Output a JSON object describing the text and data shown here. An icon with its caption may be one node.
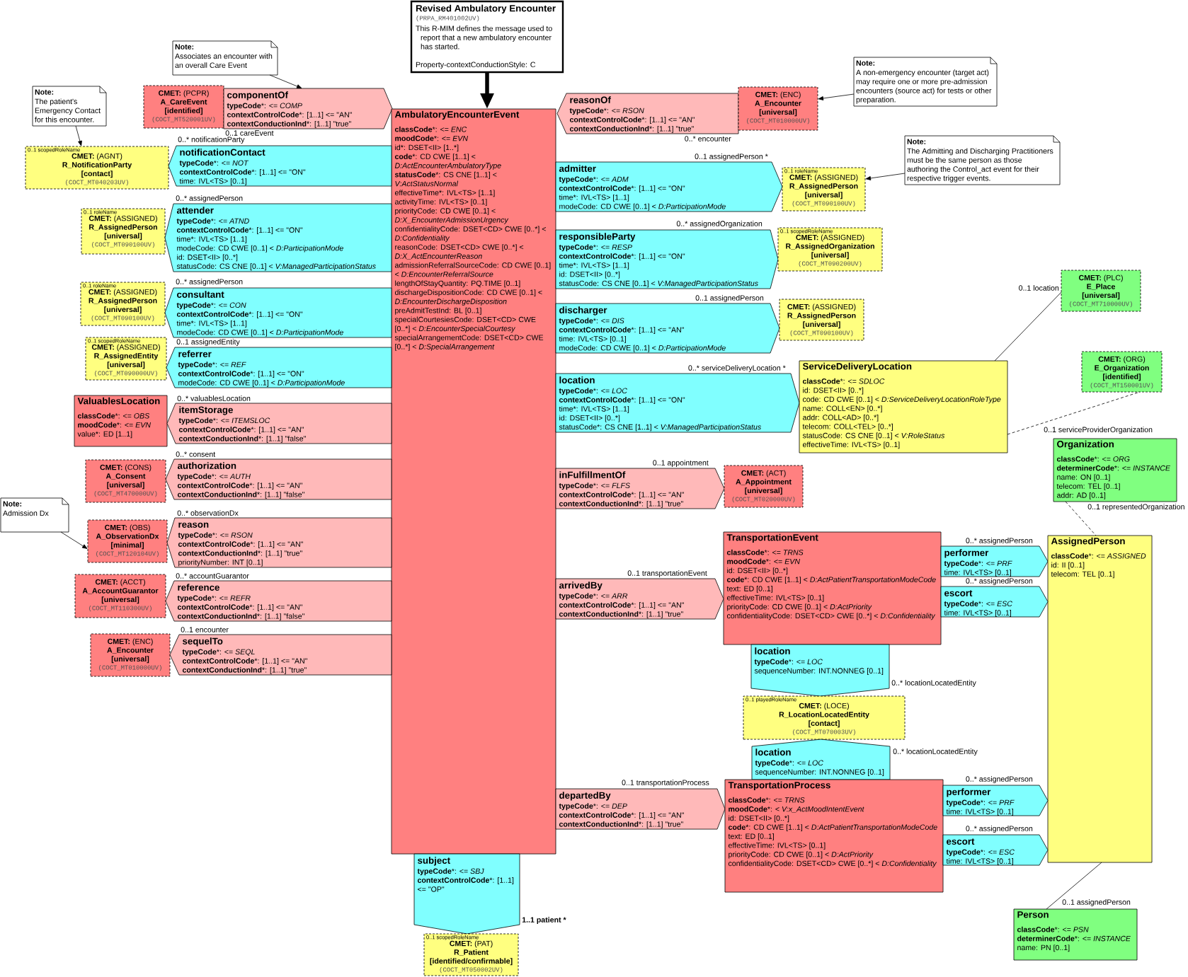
{
  "diagram": {
    "nodes": [
      {
        "text": [
          "Revised Ambulatory Encounter",
          "(PRPA_RM401002UV)",
          "This R-MIM defines the message used to report that a new ambulatory encounter has started.",
          "Property-contextConductionStyle: C"
        ]
      },
      {
        "text": [
          "Note:",
          "Associates an encounter with an overall Care Event"
        ]
      },
      {
        "text": [
          "**CMET:** (PCPR)",
          "A_CareEvent",
          "[identified]",
          "(COCT_MT520001UV)"
        ]
      },
      {
        "text": [
          "componentOf",
          "**typeCode***: <= *COMP*",
          "**contextControlCode***: [1..1] <= \"AN\"",
          "**contextConductionInd***: [1..1] \"true\""
        ],
        "beside": [
          "0..1 careEvent"
        ]
      },
      {
        "text": [
          "AmbulatoryEncounterEvent",
          "**classCode***: <= *ENC*",
          "**moodCode***: <= *EVN*",
          "id*: DSET<II> [1..*]",
          "**code***: CD CWE [1..1] < *D:ActEncounterAmbulatoryType*",
          "**statusCode***: CS CNE [1..1] < *V:ActStatusNormal*",
          "effectiveTime*: IVL<TS> [1..1]",
          "activityTime: IVL<TS> [0..1]",
          "priorityCode: CD CWE [0..1] < *D:X_EncounterAdmissionUrgency*",
          "confidentialityCode: DSET<CD> CWE [0..*] < *D:Confidentiality*",
          "reasonCode: DSET<CD> CWE [0..*] < *D:X_ActEncounterReason*",
          "admissionReferralSourceCode: CD CWE [0..1] < *D:EncounterReferralSource*",
          "lengthOfStayQuantity: PQ.TIME [0..1]",
          "dischargeDispositionCode: CD CWE [0..1] < *D:EncounterDischargeDisposition*",
          "preAdmitTestInd: BL [0..1]",
          "specialCourtesiesCode: DSET<CD> CWE [0..*] < *D:EncounterSpecialCourtesy*",
          "specialArrangementCode: DSET<CD> CWE [0..*] < *D:SpecialArrangement*"
        ]
      },
      {
        "text": [
          "reasonOf",
          "**typeCode***: <= *RSON*",
          "**contextControlCode***: [1..1] <= \"AN\"",
          "**contextConductionInd***: [1..1] \"true\""
        ],
        "beside": [
          "0..* encounter"
        ]
      },
      {
        "text": [
          "**CMET:** (ENC)",
          "A_Encounter",
          "[universal]",
          "(COCT_MT010000UV)"
        ]
      },
      {
        "text": [
          "Note:",
          "A non-emergency encounter (target act) may require one or more pre-admission encounters (source act) for tests or other preparation."
        ]
      },
      {
        "text": [
          "Note:",
          "The patient's Emergency Contact for this encounter."
        ]
      },
      {
        "text": [
          "0..1 scopedRoleName",
          "**CMET:** (AGNT)",
          "R_NotificationParty",
          "[contact]",
          "(COCT_MT040203UV)"
        ]
      },
      {
        "text": [
          "notificationContact",
          "**typeCode***: <= *NOT*",
          "**contextControlCode***: [1..1] <= \"ON\"",
          "time: IVL<TS> [0..1]"
        ],
        "beside": [
          "0..* notificationParty"
        ]
      },
      {
        "text": [
          "admitter",
          "**typeCode***: <= *ADM*",
          "**contextControlCode***: [1..1] <= \"ON\"",
          "time*: IVL<TS> [1..1]",
          "modeCode: CD CWE [0..1] < *D:ParticipationMode*"
        ],
        "beside": [
          "0..1 assignedPerson *"
        ]
      },
      {
        "text": [
          "0..1 roleName",
          "**CMET:** (ASSIGNED)",
          "R_AssignedPerson",
          "[universal]",
          "(COCT_MT090100UV)"
        ]
      },
      {
        "text": [
          "Note:",
          "The Admitting and Discharging Practitioners must be the same person as those authoring the Control_act event for their respective trigger events."
        ]
      },
      {
        "text": [
          "0..1 roleName",
          "**CMET:** (ASSIGNED)",
          "R_AssignedPerson",
          "[universal]",
          "(COCT_MT090100UV)"
        ]
      },
      {
        "text": [
          "attender",
          "**typeCode***: <= *ATND*",
          "**contextControlCode***: [1..1] <= \"ON\"",
          "time*: IVL<TS> [1..1]",
          "modeCode: CD CWE [0..1] < *D:ParticipationMode*",
          "id: DSET<II> [0..*]",
          "statusCode: CS CNE [0..1] < *V:ManagedParticipationStatus*"
        ],
        "beside": [
          "0..* assignedPerson"
        ]
      },
      {
        "text": [
          "responsibleParty",
          "**typeCode***: <= *RESP*",
          "**contextControlCode***: [1..1] <= \"ON\"",
          "time*: IVL<TS> [1..1]",
          "id: DSET<II> [0..*]",
          "statusCode: CS CNE [0..1] < *V:ManagedParticipationStatus*"
        ],
        "beside": [
          "0..* assignedOrganization"
        ]
      },
      {
        "text": [
          "0..1 scopedRoleName",
          "**CMET:** (ASSIGNED)",
          "R_AssignedOrganization",
          "[universal]",
          "(COCT_MT090200UV)"
        ]
      },
      {
        "text": [
          "0..1 roleName",
          "**CMET:** (ASSIGNED)",
          "R_AssignedPerson",
          "[universal]",
          "(COCT_MT090100UV)"
        ]
      },
      {
        "text": [
          "consultant",
          "**typeCode***: <= *CON*",
          "**contextControlCode***: [1..1] <= \"ON\"",
          "time*: IVL<TS> [1..1]",
          "modeCode: CD CWE [0..1] < *D:ParticipationMode*"
        ],
        "beside": [
          "0..* assignedPerson"
        ]
      },
      {
        "text": [
          "discharger",
          "**typeCode***: <= *DIS*",
          "**contextControlCode***: [1..1] <= \"AN\"",
          "time: IVL<TS> [0..1]",
          "modeCode: CD CWE [0..1] < *D:ParticipationMode*"
        ],
        "beside": [
          "0..1 assignedPerson"
        ]
      },
      {
        "text": [
          "**CMET:** (ASSIGNED)",
          "R_AssignedPerson",
          "[universal]",
          "(COCT_MT090100UV)"
        ]
      },
      {
        "text": [
          "**CMET:** (PLC)",
          "E_Place",
          "[universal]",
          "(COCT_MT710000UV)"
        ]
      },
      {
        "text": [
          "0..1 scopedRoleName",
          "**CMET:** (ASSIGNED)",
          "R_AssignedEntity",
          "[universal]",
          "(COCT_MT090000UV)"
        ]
      },
      {
        "text": [
          "referrer",
          "**typeCode***: <= *REF*",
          "**contextControlCode***: [1..1] <= \"ON\"",
          "modeCode: CD CWE [0..1] < *D:ParticipationMode*"
        ],
        "beside": [
          "0..1 assignedEntity"
        ]
      },
      {
        "text": [
          "location",
          "**typeCode***: <= *LOC*",
          "**contextControlCode***: [1..1] <= \"ON\"",
          "time*: IVL<TS> [1..1]",
          "id: DSET<II> [0..*]",
          "statusCode*: CS CNE [1..1] < *V:ManagedParticipationStatus*"
        ],
        "beside": [
          "0..* serviceDeliveryLocation *"
        ]
      },
      {
        "text": [
          "ServiceDeliveryLocation",
          "**classCode***: <= *SDLOC*",
          "id: DSET<II> [0..*]",
          "code: CD CWE [0..1] < *D:ServiceDeliveryLocationRoleType*",
          "name: COLL<EN> [0..*]",
          "addr: COLL<AD> [0..*]",
          "telecom: COLL<TEL> [0..*]",
          "statusCode: CS CNE [0..1] < *V:RoleStatus*",
          "effectiveTime: IVL<TS> [0..1]"
        ]
      },
      {
        "text": [
          "**CMET:** (ORG)",
          "E_Organization",
          "[identified]",
          "(COCT_MT150001UV)"
        ]
      },
      {
        "text": [
          "ValuablesLocation",
          "**classCode***: <= *OBS*",
          "**moodCode***: <= *EVN*",
          "value*: ED [1..1]"
        ]
      },
      {
        "text": [
          "itemStorage",
          "**typeCode***: <= *ITEMSLOC*",
          "**contextControlCode***: [1..1] <= \"AN\"",
          "**contextConductionInd***: [1..1] \"false\""
        ],
        "beside": [
          "0..* valuablesLocation"
        ]
      },
      {
        "text": [
          "authorization",
          "**typeCode***: <= *AUTH*",
          "**contextControlCode***: [1..1] <= \"AN\"",
          "**contextConductionInd***: [1..1] \"false\""
        ],
        "beside": [
          "0..* consent"
        ]
      },
      {
        "text": [
          "**CMET:** (CONS)",
          "A_Consent",
          "[universal]",
          "(COCT_MT470000UV)"
        ]
      },
      {
        "text": [
          "inFulfillmentOf",
          "**typeCode***: <= *FLFS*",
          "**contextControlCode***: [1..1] <= \"AN\"",
          "**contextConductionInd***: [1..1] \"true\""
        ],
        "beside": [
          "0..1 appointment"
        ]
      },
      {
        "text": [
          "**CMET:** (ACT)",
          "A_Appointment",
          "[universal]",
          "(COCT_MT020000UV)"
        ]
      },
      {
        "text": [
          "Organization",
          "**classCode***: <= *ORG*",
          "**determinerCode***: <= *INSTANCE*",
          "name: ON [0..1]",
          "telecom: TEL [0..1]",
          "addr: AD [0..1]"
        ]
      },
      {
        "text": [
          "Note:",
          "Admission Dx"
        ]
      },
      {
        "text": [
          "**CMET:** (OBS)",
          "A_ObservationDx",
          "[minimal]",
          "(COCT_MT120104UV)"
        ]
      },
      {
        "text": [
          "reason",
          "**typeCode***: <= *RSON*",
          "**contextControlCode***: [1..1] <= \"AN\"",
          "**contextConductionInd***: [1..1] \"true\"",
          "priorityNumber: INT [0..1]"
        ],
        "beside": [
          "0..* observationDx"
        ]
      },
      {
        "text": [
          "TransportationEvent",
          "**classCode***: <= *TRNS*",
          "**moodCode***: <= *EVN*",
          "id: DSET<II> [0..*]",
          "**code***: CD CWE [1..1] < *D:ActPatientTransportationModeCode*",
          "text: ED [0..1]",
          "effectiveTime: IVL<TS> [0..1]",
          "priorityCode: CD CWE [0..1] < *D:ActPriority*",
          "confidentialityCode: DSET<CD> CWE [0..*] < *D:Confidentiality*"
        ]
      },
      {
        "text": [
          "performer",
          "**typeCode***: <= *PRF*",
          "time: IVL<TS> [0..1]"
        ],
        "beside": [
          "0..* assignedPerson"
        ]
      },
      {
        "text": [
          "AssignedPerson",
          "**classCode***: <= *ASSIGNED*",
          "id: II [0..1]",
          "telecom: TEL [0..1]"
        ]
      },
      {
        "text": [
          "**CMET:** (ACCT)",
          "A_AccountGuarantor",
          "[universal]",
          "(COCT_MT110300UV)"
        ]
      },
      {
        "text": [
          "reference",
          "**typeCode***: <= *REFR*",
          "**contextControlCode***: [1..1] <= \"AN\"",
          "**contextConductionInd***: [1..1] \"false\""
        ],
        "beside": [
          "0..* accountGuarantor"
        ]
      },
      {
        "text": [
          "arrivedBy",
          "**typeCode***: <= *ARR*",
          "**contextControlCode***: [1..1] <= \"AN\"",
          "**contextConductionInd***: [1..1] \"true\""
        ],
        "beside": [
          "0..1 transportationEvent"
        ]
      },
      {
        "text": [
          "escort",
          "**typeCode***: <= *ESC*",
          "time: IVL<TS> [0..1]"
        ],
        "beside": [
          "0..* assignedPerson"
        ]
      },
      {
        "text": [
          "**CMET:** (ENC)",
          "A_Encounter",
          "[universal]",
          "(COCT_MT010000UV)"
        ]
      },
      {
        "text": [
          "sequelTo",
          "**typeCode***: <= *SEQL*",
          "**contextControlCode***: [1..1] <= \"AN\"",
          "**contextConductionInd***: [1..1] \"true\""
        ],
        "beside": [
          "0..1 encounter"
        ]
      },
      {
        "text": [
          "location",
          "**typeCode***: <= *LOC*",
          "sequenceNumber: INT.NONNEG [0..1]"
        ],
        "beside": [
          "0..* locationLocatedEntity"
        ]
      },
      {
        "text": [
          "0..1 playedRoleName",
          "**CMET:** (LOCE)",
          "R_LocationLocatedEntity",
          "[contact]",
          "(COCT_MT070003UV)"
        ]
      },
      {
        "text": [
          "location",
          "**typeCode***: <= *LOC*",
          "sequenceNumber: INT.NONNEG [0..1]"
        ],
        "beside": [
          "0..* locationLocatedEntity"
        ]
      },
      {
        "text": [
          "departedBy",
          "**typeCode***: <= *DEP*",
          "**contextControlCode***: [1..1] <= \"AN\"",
          "**contextConductionInd***: [1..1] \"true\""
        ],
        "beside": [
          "0..1 transportationProcess"
        ]
      },
      {
        "text": [
          "TransportationProcess",
          "**classCode***: <= *TRNS*",
          "**moodCode***: < *V:x_ActMoodIntentEvent*",
          "id: DSET<II> [0..*]",
          "**code***: CD CWE [1..1] < *D:ActPatientTransportationModeCode*",
          "text: ED [0..1]",
          "effectiveTime: IVL<TS> [0..1]",
          "priorityCode: CD CWE [0..1] < *D:ActPriority*",
          "confidentialityCode: DSET<CD> CWE [0..*] < *D:Confidentiality*"
        ]
      },
      {
        "text": [
          "performer",
          "**typeCode***: <= *PRF*",
          "time: IVL<TS> [0..1]"
        ],
        "beside": [
          "0..* assignedPerson"
        ]
      },
      {
        "text": [
          "escort",
          "**typeCode***: <= *ESC*",
          "time: IVL<TS> [0..1]"
        ],
        "beside": [
          "0..* assignedPerson"
        ]
      },
      {
        "text": [
          "subject",
          "**typeCode***: <= *SBJ*",
          "**contextControlCode***: [1..1] <= \"OP\""
        ],
        "beside": [
          "1..1 patient *"
        ]
      },
      {
        "text": [
          "0..1 scopedRoleName",
          "**CMET:** (PAT)",
          "R_Patient",
          "[identified/confirmable]",
          "(COCT_MT050002UV)"
        ]
      },
      {
        "text": [
          "Person",
          "**classCode***: <= *PSN*",
          "**determinerCode***: <= *INSTANCE*",
          "name: PN [0..1]"
        ]
      }
    ],
    "edges": [
      {
        "from": 1,
        "to": 3,
        "arrow": "to"
      },
      {
        "from": 0,
        "to": 4,
        "arrow": "to",
        "style": "thick"
      },
      {
        "from": 7,
        "to": 6,
        "arrow": "to"
      },
      {
        "from": 8,
        "to": 9,
        "arrow": "to"
      },
      {
        "from": 13,
        "to": 12,
        "arrow": "to"
      },
      {
        "from": 35,
        "to": 36,
        "arrow": "to"
      },
      {
        "from": 26,
        "to": 22,
        "arrow": "none",
        "label": "0..1 location"
      },
      {
        "from": 26,
        "to": 27,
        "arrow": "none",
        "style": "dashed",
        "label": "0..1 serviceProviderOrganization"
      },
      {
        "from": 34,
        "to": 40,
        "arrow": "none",
        "style": "dashed",
        "label": "0..1 representedOrganization"
      },
      {
        "from": 40,
        "to": 56,
        "arrow": "none",
        "label": "0..1 assignedPerson"
      }
    ]
  }
}
